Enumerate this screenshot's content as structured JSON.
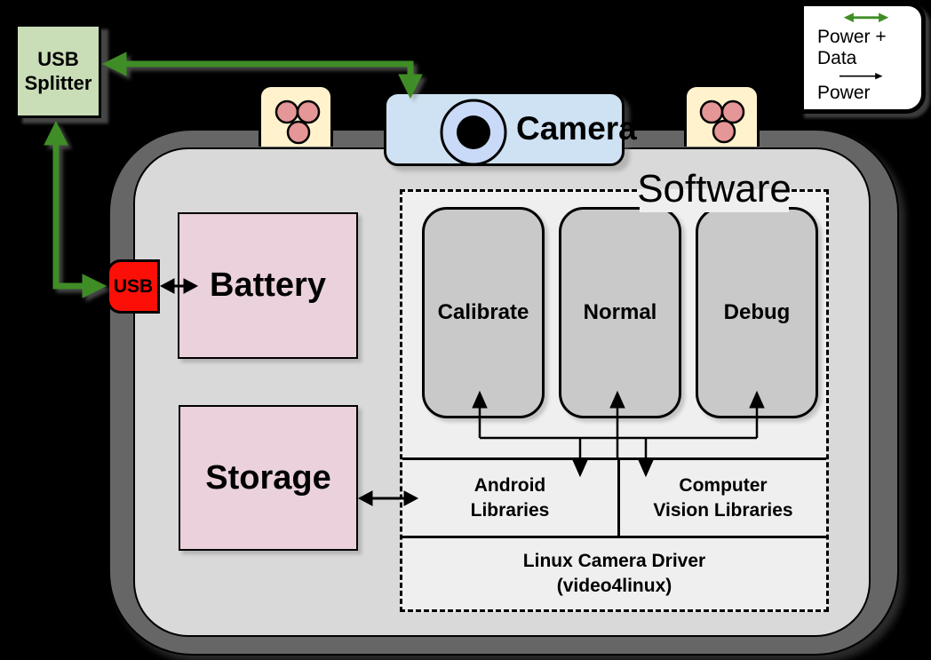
{
  "legend": {
    "power_data": "Power + Data",
    "power": "Power"
  },
  "usb_splitter": {
    "lines": [
      "USB",
      "Splitter"
    ]
  },
  "camera": {
    "label": "Camera"
  },
  "device": {
    "usb_port": "USB",
    "battery": "Battery",
    "storage": "Storage"
  },
  "software": {
    "title": "Software",
    "modes": [
      "Calibrate",
      "Normal",
      "Debug"
    ],
    "android_lib": {
      "lines": [
        "Android",
        "Libraries"
      ]
    },
    "cv_lib": {
      "lines": [
        "Computer",
        "Vision Libraries"
      ]
    },
    "driver": {
      "lines": [
        "Linux Camera Driver",
        "(video4linux)"
      ]
    }
  },
  "colors": {
    "background": "#000000",
    "device_band": "#666666",
    "device_fill": "#d9d9d9",
    "software_fill": "#efefef",
    "mode_fill": "#c9c9c9",
    "pink_fill": "#ead1dc",
    "usb_red": "#fb0f07",
    "splitter_green": "#c9ddb7",
    "camera_blue": "#cfe2f3",
    "lens_blue": "#c9daf8",
    "button_beige": "#fff2cc",
    "dot_pink": "#e59696",
    "arrow_green": "#3f8d26",
    "arrow_black": "#000000"
  }
}
